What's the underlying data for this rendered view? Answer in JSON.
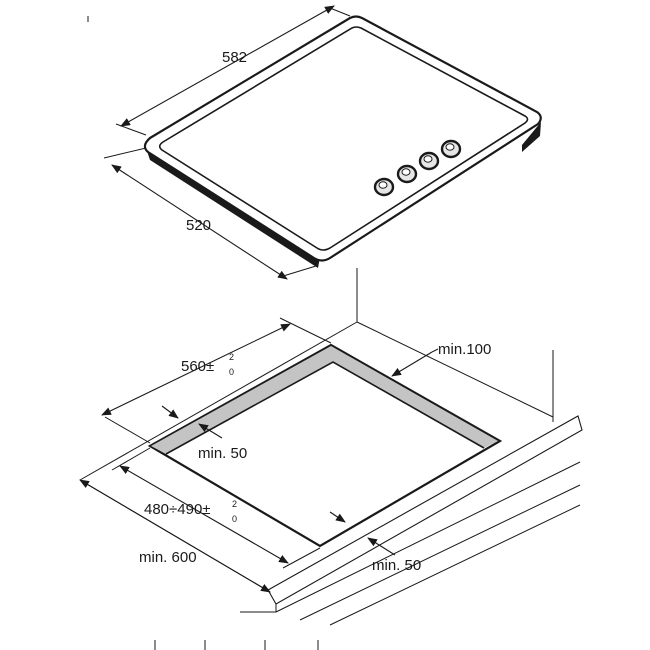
{
  "dimensions": {
    "hob_width": "582",
    "hob_depth": "520",
    "cutout_width_base": "560±",
    "cutout_width_tol_upper": "2",
    "cutout_width_tol_lower": "0",
    "rear_clearance": "min.100",
    "side_clearance_left": "min. 50",
    "cutout_depth_base": "480÷490±",
    "cutout_depth_tol_upper": "2",
    "cutout_depth_tol_lower": "0",
    "worktop_depth": "min. 600",
    "front_clearance": "min. 50"
  },
  "hob": {
    "knob_count": 4
  },
  "colors": {
    "line": "#1a1a1a",
    "cutout_border": "#bdbdbd",
    "background": "#ffffff"
  }
}
